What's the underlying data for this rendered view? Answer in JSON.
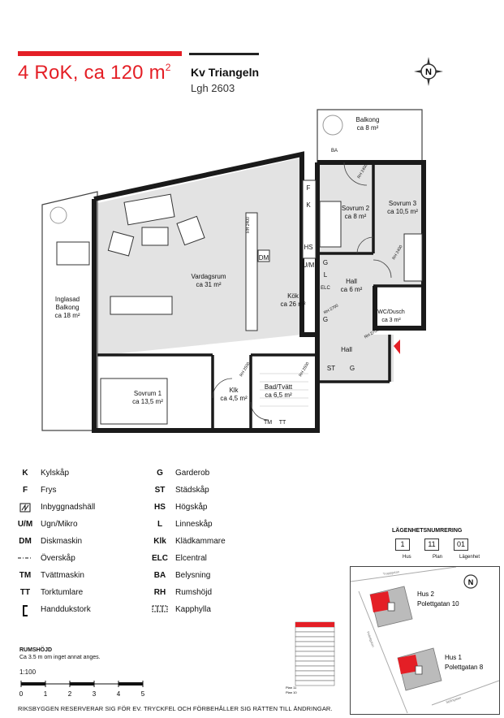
{
  "header": {
    "title": "4 RoK, ca 120 m",
    "title_sup": "2",
    "project": "Kv Triangeln",
    "apartment": "Lgh 2603"
  },
  "compass": {
    "letter": "N"
  },
  "rooms": {
    "balkong": {
      "name": "Balkong",
      "area": "ca 8 m²"
    },
    "sovrum2": {
      "name": "Sovrum 2",
      "area": "ca 8 m²"
    },
    "sovrum3": {
      "name": "Sovrum 3",
      "area": "ca 10,5 m²"
    },
    "vardagsrum": {
      "name": "Vardagsrum",
      "area": "ca 31 m²"
    },
    "kok": {
      "name": "Kök",
      "area": "ca 26 m²"
    },
    "hall1": {
      "name": "Hall",
      "area": "ca 6 m²"
    },
    "hall2": {
      "name": "Hall"
    },
    "inglasad": {
      "name": "Inglasad",
      "name2": "Balkong",
      "area": "ca 18 m²"
    },
    "sovrum1": {
      "name": "Sovrum 1",
      "area": "ca 13,5 m²"
    },
    "klk": {
      "name": "Klk",
      "area": "ca 4,5 m²"
    },
    "bad": {
      "name": "Bad/Tvätt",
      "area": "ca 6,5 m²"
    },
    "wc": {
      "name": "WC/Dusch",
      "area": "ca 3 m²"
    }
  },
  "plan_marks": {
    "F": "F",
    "K": "K",
    "HS": "HS",
    "UM": "U/M",
    "G": "G",
    "L": "L",
    "ELC": "ELC",
    "ST": "ST",
    "DM": "DM",
    "BA": "BA",
    "TM": "TM",
    "TT": "TT",
    "rh1": "RH 2400",
    "rh2": "RH 2400",
    "rh3": "RH 2700",
    "rh4": "RH 2700",
    "rh5": "RH 2500",
    "rh6": "RH 2500",
    "rh7": "RH 2400"
  },
  "legend_left": [
    {
      "code": "K",
      "text": "Kylskåp"
    },
    {
      "code": "F",
      "text": "Frys"
    },
    {
      "code": "",
      "icon": "induction-hob-icon",
      "text": "Inbyggnadshäll"
    },
    {
      "code": "U/M",
      "text": "Ugn/Mikro"
    },
    {
      "code": "DM",
      "text": "Diskmaskin"
    },
    {
      "code": "",
      "icon": "dash-dot-line-icon",
      "text": "Överskåp"
    },
    {
      "code": "TM",
      "text": "Tvättmaskin"
    },
    {
      "code": "TT",
      "text": "Torktumlare"
    },
    {
      "code": "",
      "icon": "towel-dryer-icon",
      "text": "Handdukstork"
    }
  ],
  "legend_right": [
    {
      "code": "G",
      "text": "Garderob"
    },
    {
      "code": "ST",
      "text": "Städskåp"
    },
    {
      "code": "HS",
      "text": "Högskåp"
    },
    {
      "code": "L",
      "text": "Linneskåp"
    },
    {
      "code": "Klk",
      "text": "Klädkammare"
    },
    {
      "code": "ELC",
      "text": "Elcentral"
    },
    {
      "code": "BA",
      "text": "Belysning"
    },
    {
      "code": "RH",
      "text": "Rumshöjd"
    },
    {
      "code": "",
      "icon": "coat-rack-icon",
      "text": "Kapphylla"
    }
  ],
  "numbering": {
    "title": "LÄGENHETSNUMRERING",
    "values": [
      "1",
      "11",
      "01"
    ],
    "captions": [
      "Hus",
      "Plan",
      "Lägenhet"
    ]
  },
  "siteplan": {
    "hus2": "Hus 2",
    "hus2_addr": "Polettgatan 10",
    "hus1": "Hus 1",
    "hus1_addr": "Polettgatan 8",
    "street1": "Trappgatan",
    "street2": "Polettgatan",
    "street3": "Spångatan",
    "north": "N"
  },
  "height": {
    "title": "RUMSHÖJD",
    "text": "Ca 3.5 m om inget annat anges."
  },
  "floors": [
    "Plan 11",
    "Plan 10"
  ],
  "scale": {
    "ratio": "1:100",
    "ticks": [
      "0",
      "1",
      "2",
      "3",
      "4",
      "5"
    ]
  },
  "footer": "RIKSBYGGEN RESERVERAR SIG FÖR EV. TRYCKFEL OCH FÖRBEHÅLLER SIG RÄTTEN TILL ÄNDRINGAR.",
  "colors": {
    "accent": "#e41f26",
    "wall": "#1a1a1a",
    "fill": "#e6e6e6"
  }
}
